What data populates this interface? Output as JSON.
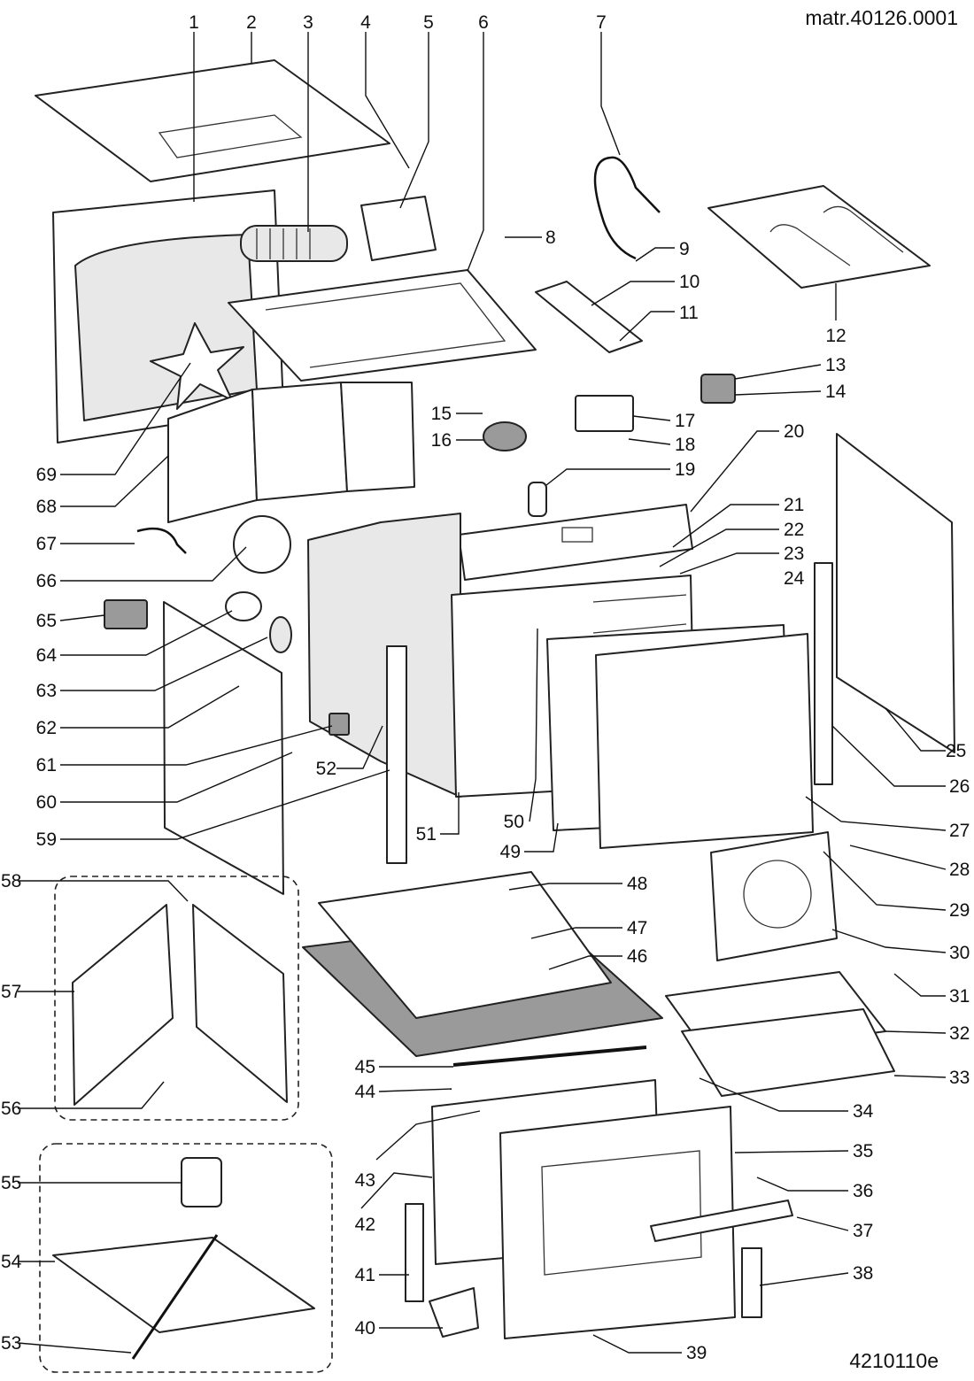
{
  "header": {
    "material_code": "matr.40126.0001",
    "drawing_number": "4210110e"
  },
  "labels": [
    "1",
    "2",
    "3",
    "4",
    "5",
    "6",
    "7",
    "8",
    "9",
    "10",
    "11",
    "12",
    "13",
    "14",
    "15",
    "16",
    "17",
    "18",
    "19",
    "20",
    "21",
    "22",
    "23",
    "24",
    "25",
    "26",
    "27",
    "28",
    "29",
    "30",
    "31",
    "32",
    "33",
    "34",
    "35",
    "36",
    "37",
    "38",
    "39",
    "40",
    "41",
    "42",
    "43",
    "44",
    "45",
    "46",
    "47",
    "48",
    "49",
    "50",
    "51",
    "52",
    "53",
    "54",
    "55",
    "56",
    "57",
    "58",
    "59",
    "60",
    "61",
    "62",
    "63",
    "64",
    "65",
    "66",
    "67",
    "68",
    "69"
  ]
}
